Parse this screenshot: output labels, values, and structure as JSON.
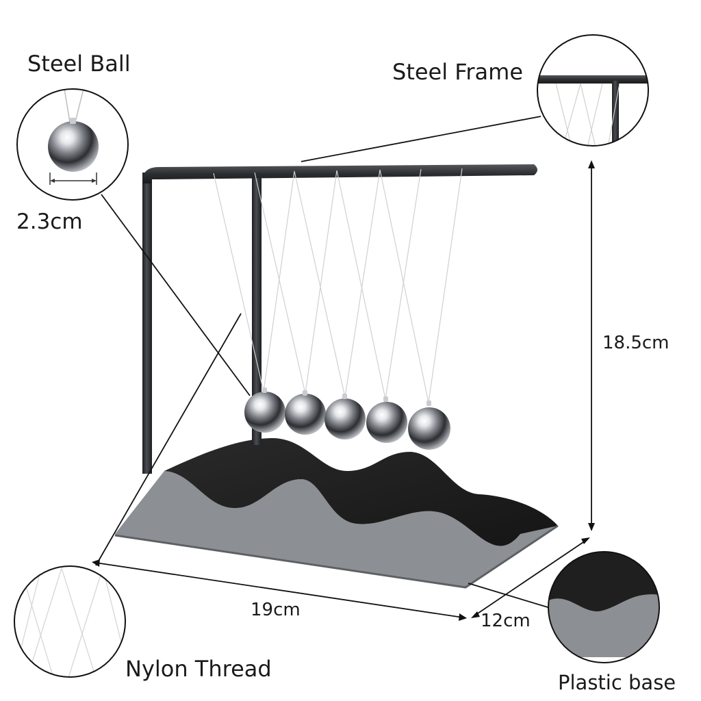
{
  "callouts": {
    "steel_ball": "Steel Ball",
    "steel_frame": "Steel Frame",
    "nylon_thread": "Nylon Thread",
    "plastic_base": "Plastic base"
  },
  "dimensions": {
    "ball_diameter": "2.3cm",
    "height": "18.5cm",
    "width": "19cm",
    "depth": "12cm"
  },
  "product": {
    "ball_count": 5
  },
  "colors": {
    "frame": "#2b2d30",
    "base_top": "#202020",
    "base_side": "#8c8f93",
    "thread": "#d0d0d0",
    "line": "#111111"
  }
}
